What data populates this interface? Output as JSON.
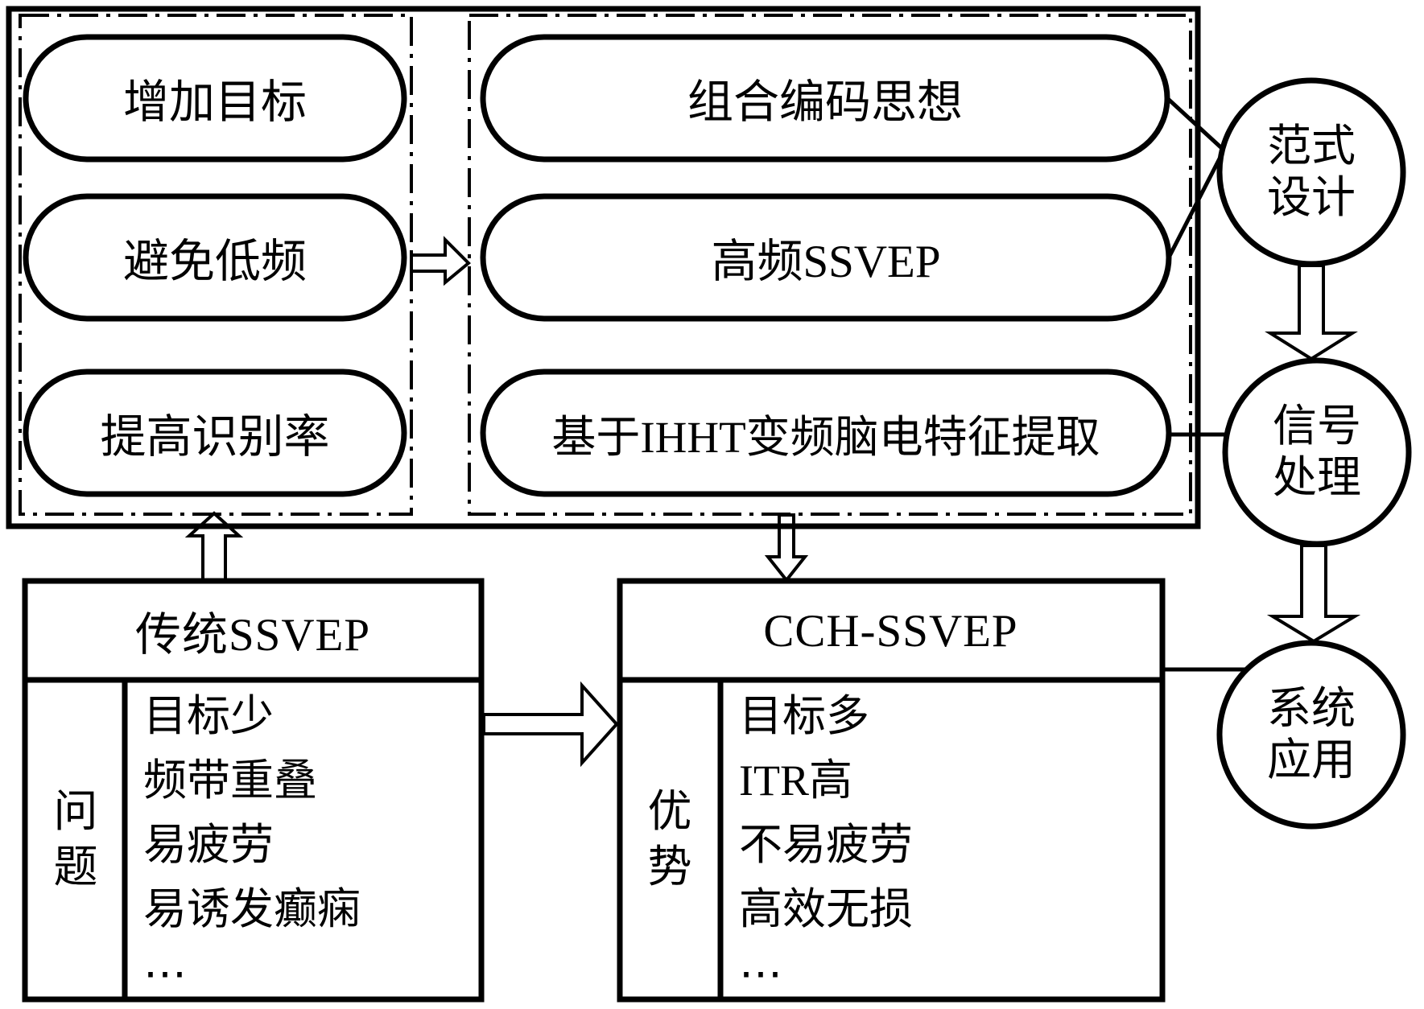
{
  "goals": [
    "增加目标",
    "避免低频",
    "提高识别率"
  ],
  "methods": [
    "组合编码思想",
    "高频SSVEP",
    "基于IHHT变频脑电特征提取"
  ],
  "stages": [
    {
      "lines": [
        "范式",
        "设计"
      ]
    },
    {
      "lines": [
        "信号",
        "处理"
      ]
    },
    {
      "lines": [
        "系统",
        "应用"
      ]
    }
  ],
  "traditional": {
    "title": "传统SSVEP",
    "header": "问题",
    "items": [
      "目标少",
      "频带重叠",
      "易疲劳",
      "易诱发癫痫",
      "⋯"
    ]
  },
  "cch": {
    "title": "CCH-SSVEP",
    "header": "优势",
    "items": [
      "目标多",
      "ITR高",
      "不易疲劳",
      "高效无损",
      "⋯"
    ]
  },
  "colors": {
    "ink": "#000000",
    "paper": "#ffffff"
  }
}
